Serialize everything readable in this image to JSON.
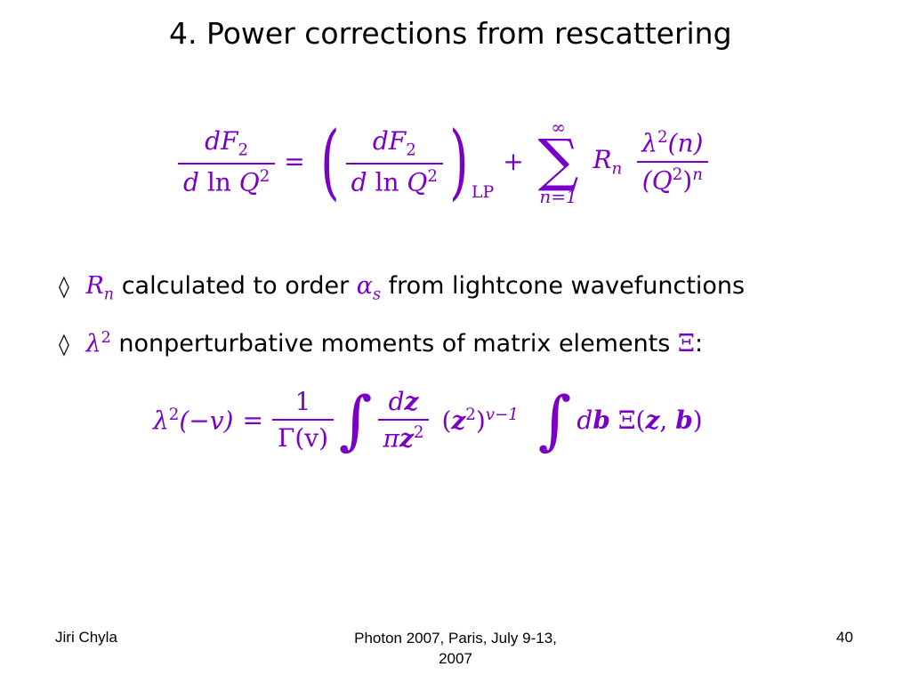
{
  "title": {
    "number": "4.",
    "text": "Power corrections from rescattering"
  },
  "equation1": {
    "lhs_num_d": "dF",
    "lhs_num_sub": "2",
    "lhs_den_d": "d",
    "lhs_den_ln": "ln",
    "lhs_den_Q": "Q",
    "lhs_den_sup": "2",
    "equals": "=",
    "subscript_LP": "LP",
    "plus": "+",
    "sum_upper": "∞",
    "sum_lower": "n=1",
    "R": "R",
    "R_sub": "n",
    "rhs_num": "λ",
    "rhs_num_sup": "2",
    "rhs_num_arg": "(n)",
    "rhs_den": "(Q",
    "rhs_den_sup": "2",
    "rhs_den_close": ")",
    "rhs_den_pow": "n"
  },
  "bullets": [
    {
      "symbol": "◊",
      "math": "R",
      "math_sub": "n",
      "text_before": "calculated to order",
      "alpha": "α",
      "alpha_sub": "s",
      "text_after": "from lightcone wavefunctions"
    },
    {
      "symbol": "◊",
      "math": "λ",
      "math_sup": "2",
      "text_before": "nonperturbative moments of matrix elements",
      "xi": "Ξ",
      "text_after": ":"
    }
  ],
  "equation2": {
    "lhs": "λ",
    "lhs_sup": "2",
    "lhs_arg": "(−v)",
    "equals": "=",
    "frac_num": "1",
    "frac_den": "Γ(v)",
    "int1": "∫",
    "dz_num_d": "d",
    "dz_num_z": "z",
    "dz_den_pi": "π",
    "dz_den_z": "z",
    "dz_den_sup": "2",
    "power_base_open": "(",
    "power_base_z": "z",
    "power_base_sup": "2",
    "power_base_close": ")",
    "power_exp": "v−1",
    "int2": "∫",
    "db_d": "d",
    "db_b": "b",
    "xi": "Ξ",
    "xi_open": "(",
    "xi_z": "z",
    "xi_comma": ", ",
    "xi_b": "b",
    "xi_close": ")"
  },
  "footer": {
    "author": "Jiri Chyla",
    "event_line1": "Photon 2007, Paris, July 9-13,",
    "event_line2": "2007",
    "page": "40"
  }
}
